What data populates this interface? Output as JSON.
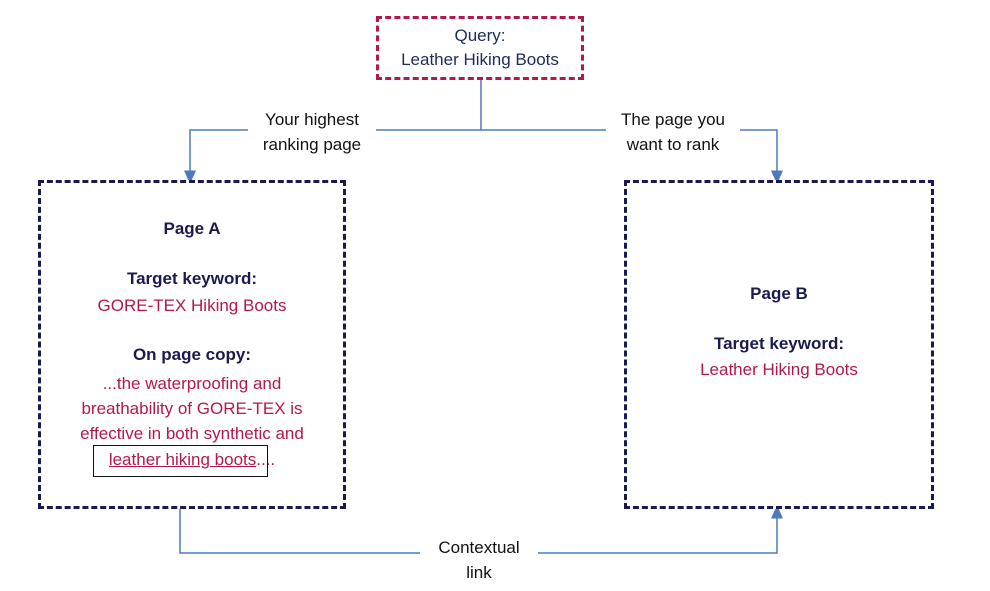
{
  "query": {
    "title": "Query:",
    "keyword": "Leather Hiking Boots"
  },
  "labels": {
    "left_arrow_line1": "Your highest",
    "left_arrow_line2": "ranking page",
    "right_arrow_line1": "The page you",
    "right_arrow_line2": "want to rank",
    "bottom_line1": "Contextual",
    "bottom_line2": "link"
  },
  "page_a": {
    "title": "Page A",
    "target_label": "Target keyword:",
    "target_value": "GORE-TEX Hiking Boots",
    "copy_label": "On page copy:",
    "copy_line1": "...the waterproofing and",
    "copy_line2": "breathability of GORE-TEX is",
    "copy_line3": "effective in both synthetic and",
    "copy_link": "leather hiking boots",
    "copy_suffix": "...."
  },
  "page_b": {
    "title": "Page B",
    "target_label": "Target keyword:",
    "target_value": "Leather Hiking Boots"
  },
  "colors": {
    "accent_red": "#b3174f",
    "navy": "#1a1a4e",
    "connector_blue": "#4a7bbf"
  }
}
